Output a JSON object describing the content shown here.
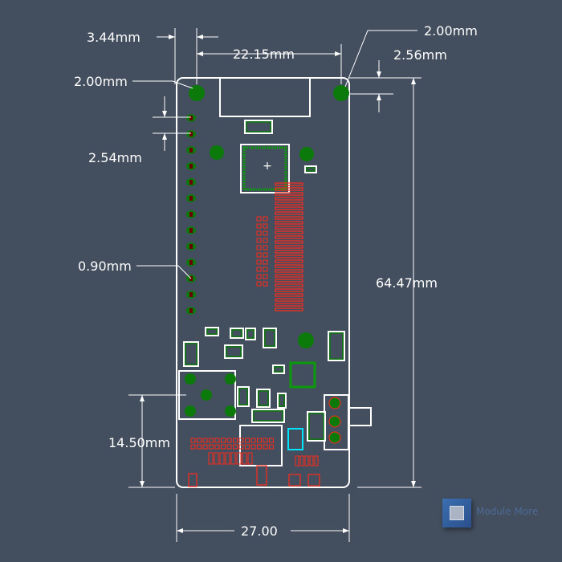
{
  "dimensions": {
    "left_offset": "3.44mm",
    "hole_spacing": "22.15mm",
    "hole_dia_right": "2.00mm",
    "hole_offset_top": "2.56mm",
    "hole_dia_left": "2.00mm",
    "pin_pitch": "2.54mm",
    "pin_dia": "0.90mm",
    "board_length": "64.47mm",
    "lower_height": "14.50mm",
    "board_width": "27.00"
  },
  "watermark": {
    "text": "Module More"
  },
  "colors": {
    "background": "#434e5e",
    "outline": "#ffffff",
    "pad_green": "#0b7a0b",
    "pad_red": "#ff2a1a",
    "highlight": "#00e5ff"
  }
}
